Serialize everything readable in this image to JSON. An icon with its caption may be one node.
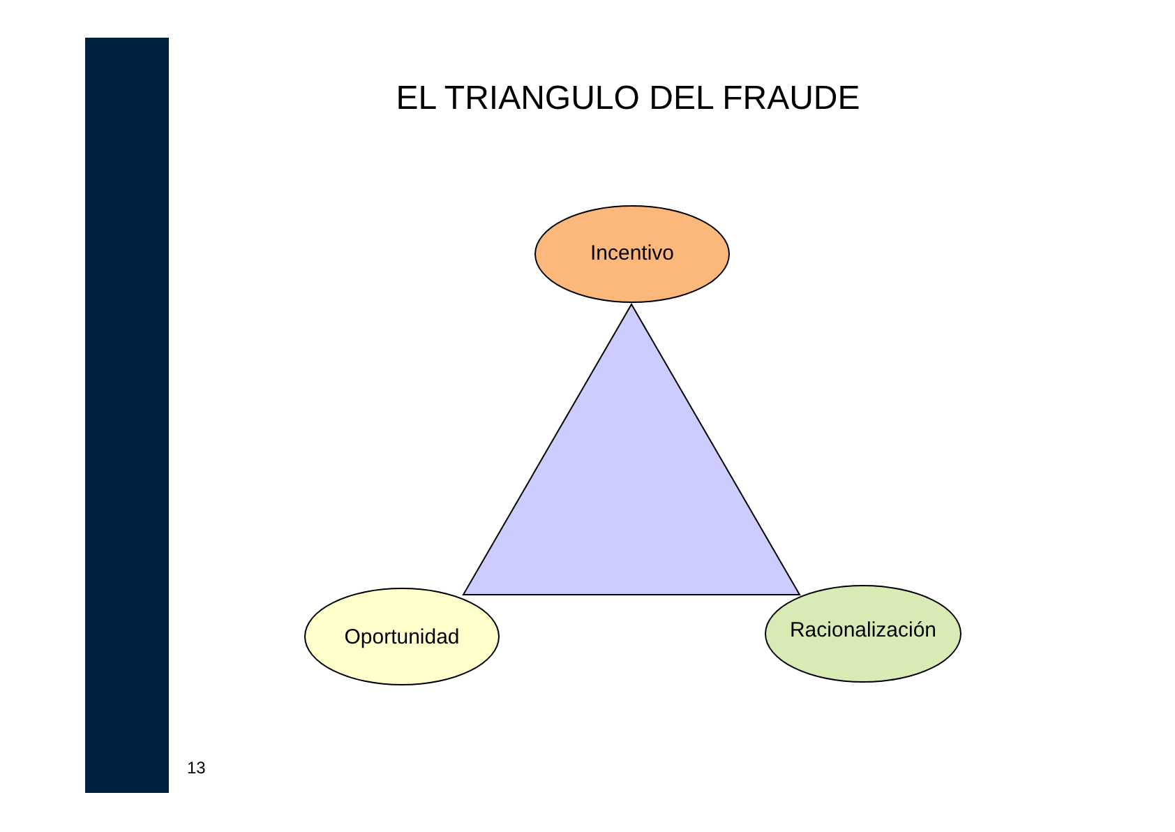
{
  "diagram": {
    "title": "EL TRIANGULO DEL FRAUDE",
    "nodes": [
      {
        "text": [],
        "shape": "bar"
      },
      {
        "text": [
          "Incentivo"
        ]
      },
      {
        "text": [],
        "shape": "triangle"
      },
      {
        "text": [
          "Oportunidad"
        ]
      },
      {
        "text": [
          "Racionalización"
        ]
      }
    ],
    "labels": [
      "13"
    ]
  }
}
